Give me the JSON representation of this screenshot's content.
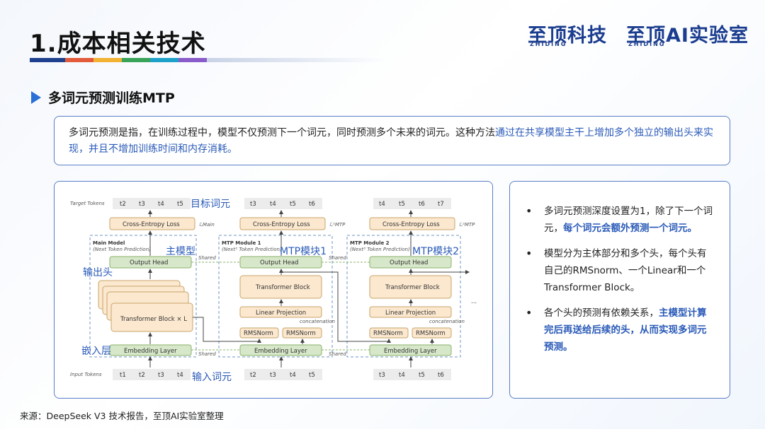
{
  "header": {
    "title": "1.成本相关技术",
    "logo_left": "至顶科技",
    "logo_left_sub": "ZHIDING",
    "logo_right": "至顶AI实验室",
    "logo_right_sub": "ZHIDING"
  },
  "section": {
    "heading": "多词元预测训练MTP"
  },
  "intro": {
    "text_plain": "多词元预测是指，在训练过程中，模型不仅预测下一个词元，同时预测多个未来的词元。这种方法",
    "text_highlight": "通过在共享模型主干上增加多个独立的输出头来实现，并且不增加训练时间和内存消耗。"
  },
  "diagram": {
    "target_tokens_label": "Target Tokens",
    "input_tokens_label": "Input Tokens",
    "main_targets": [
      "t2",
      "t3",
      "t4",
      "t5"
    ],
    "main_inputs": [
      "t1",
      "t2",
      "t3",
      "t4"
    ],
    "mtp1_targets": [
      "t3",
      "t4",
      "t5",
      "t6"
    ],
    "mtp1_inputs": [
      "t2",
      "t3",
      "t4",
      "t5"
    ],
    "mtp2_targets": [
      "t4",
      "t5",
      "t6",
      "t7"
    ],
    "mtp2_inputs": [
      "t3",
      "t4",
      "t5",
      "t6"
    ],
    "loss_label": "Cross-Entropy Loss",
    "loss_main": "ℒMain",
    "loss_mtp1": "ℒ¹MTP",
    "loss_mtp2": "ℒ²MTP",
    "main_model_title": "Main Model",
    "main_model_sub": "(Next Token Prediction)",
    "mtp1_title": "MTP Module 1",
    "mtp1_sub": "(Next² Token Prediction)",
    "mtp2_title": "MTP Module 2",
    "mtp2_sub": "(Next³ Token Prediction)",
    "output_head": "Output Head",
    "transformer_block_l": "Transformer Block × L",
    "transformer_block": "Transformer Block",
    "linear_projection": "Linear Projection",
    "concatenation": "concatenation",
    "rmsnorm": "RMSNorm",
    "embedding_layer": "Embedding Layer",
    "shared": "Shared",
    "ellipsis": "...",
    "cn_target": "目标词元",
    "cn_main_model": "主模型",
    "cn_output_head": "输出头",
    "cn_embedding": "嵌入层",
    "cn_input": "输入词元",
    "cn_mtp1": "MTP模块1",
    "cn_mtp2": "MTP模块2"
  },
  "bullets": [
    {
      "plain": "多词元预测深度设置为1，除了下一个词元，",
      "highlight": "每个词元会额外预测一个词元。",
      "after": ""
    },
    {
      "plain": "模型分为主体部分和多个头，每个头有自己的RMSnorm、一个Linear和一个Transformer Block。",
      "highlight": "",
      "after": ""
    },
    {
      "plain": "各个头的预测有依赖关系，",
      "highlight": "主模型计算完后再送给后续的头，从而实现多词元预测。",
      "after": ""
    }
  ],
  "footer": {
    "source": "来源：DeepSeek V3 技术报告，至顶AI实验室整理"
  }
}
